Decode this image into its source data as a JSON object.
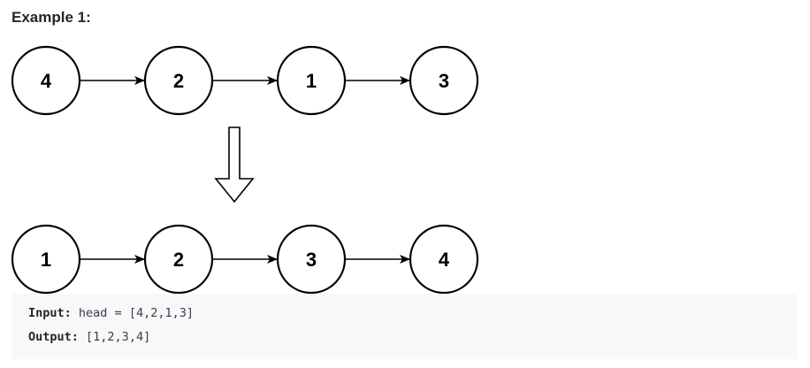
{
  "heading": "Example 1:",
  "diagram": {
    "input_list": [
      "4",
      "2",
      "1",
      "3"
    ],
    "output_list": [
      "1",
      "2",
      "3",
      "4"
    ]
  },
  "example": {
    "input_label": "Input:",
    "input_value": "head = [4,2,1,3]",
    "output_label": "Output:",
    "output_value": "[1,2,3,4]"
  }
}
